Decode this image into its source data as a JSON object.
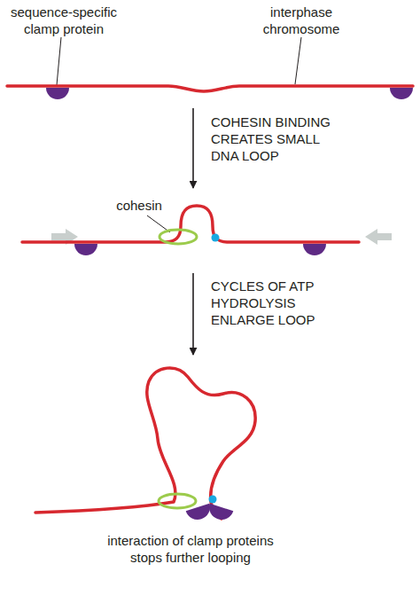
{
  "diagram": {
    "labels": [
      "sequence-specific clamp protein",
      "interphase chromosome",
      "COHESIN BINDING CREATES SMALL DNA LOOP",
      "cohesin",
      "CYCLES OF ATP HYDROLYSIS ENLARGE LOOP",
      "interaction of clamp proteins stops further looping"
    ]
  }
}
